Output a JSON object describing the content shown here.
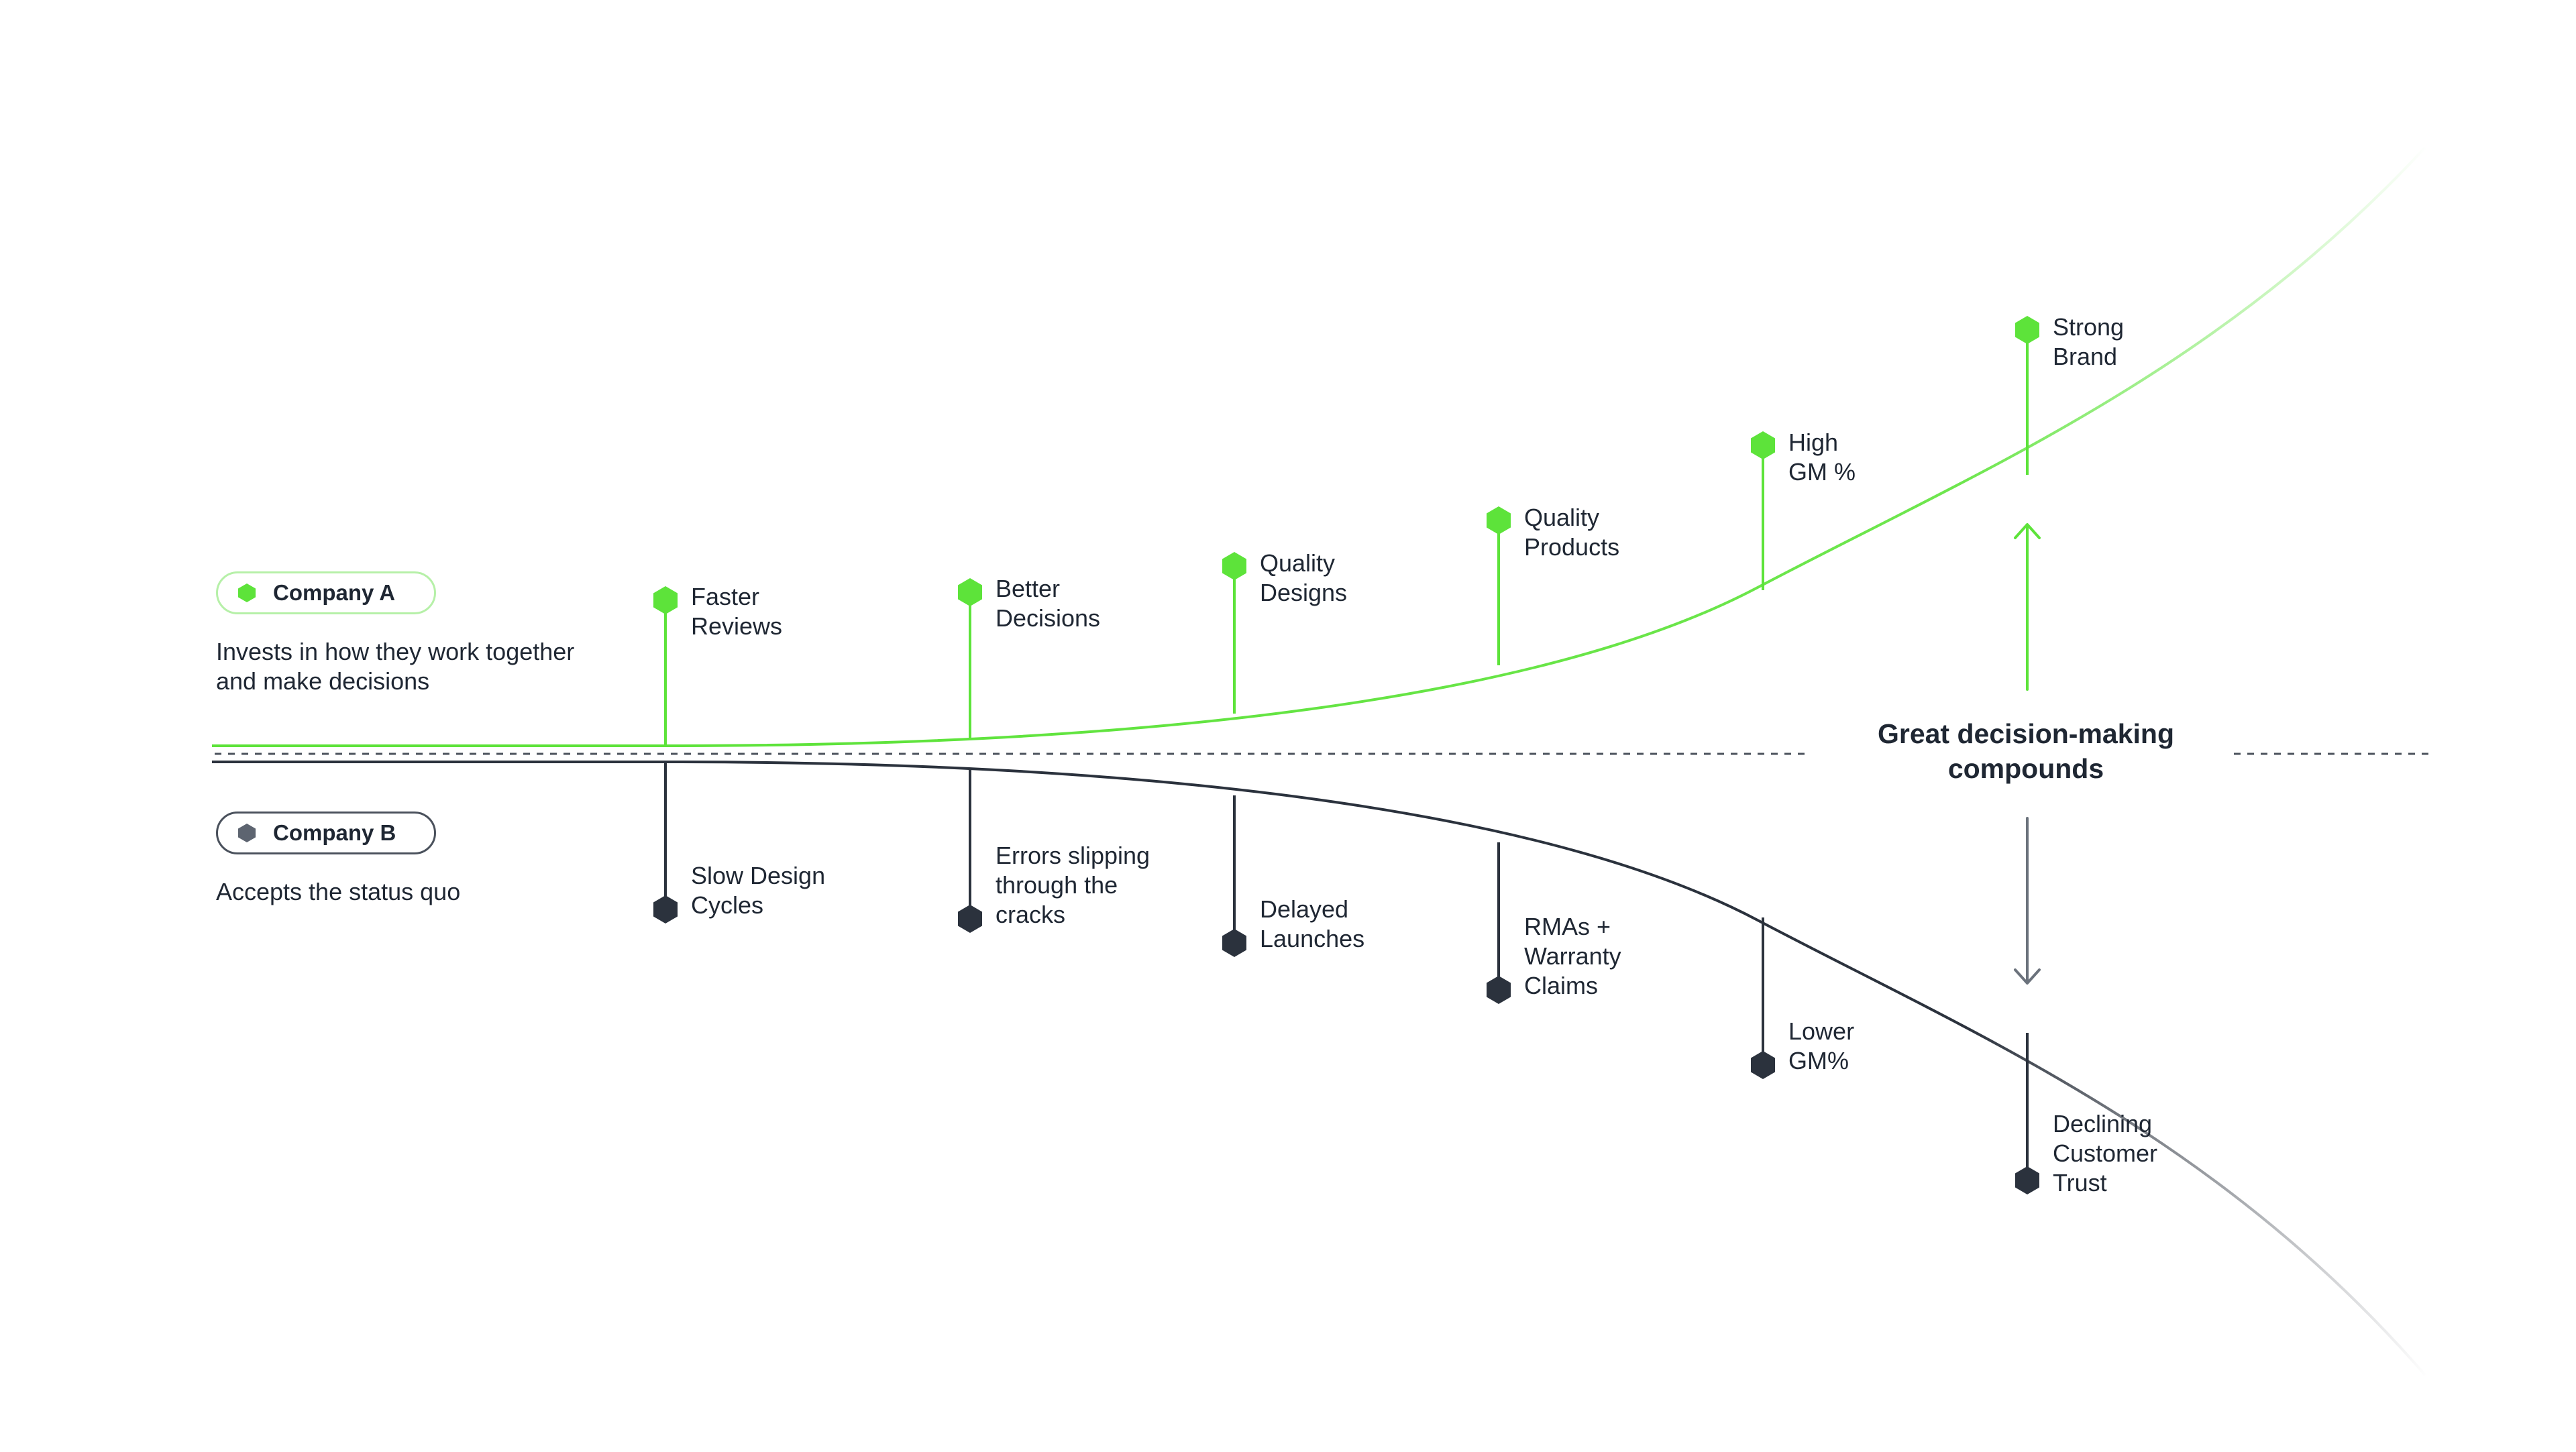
{
  "legend": {
    "company_a": {
      "label": "Company A",
      "description": "Invests in how they work together and make decisions"
    },
    "company_b": {
      "label": "Company B",
      "description": "Accepts the status quo"
    }
  },
  "center_label": "Great decision-making compounds",
  "milestones_a": [
    {
      "label": "Faster\nReviews"
    },
    {
      "label": "Better\nDecisions"
    },
    {
      "label": "Quality\nDesigns"
    },
    {
      "label": "Quality\nProducts"
    },
    {
      "label": "High\nGM %"
    },
    {
      "label": "Strong\nBrand"
    }
  ],
  "milestones_b": [
    {
      "label": "Slow Design\nCycles"
    },
    {
      "label": "Errors slipping\nthrough the\ncracks"
    },
    {
      "label": "Delayed\nLaunches"
    },
    {
      "label": "RMAs +\nWarranty\nClaims"
    },
    {
      "label": "Lower\nGM%"
    },
    {
      "label": "Declining\nCustomer\nTrust"
    }
  ],
  "colors": {
    "green": "#5de33a",
    "dark": "#2b323d",
    "gray": "#6b727c",
    "pill_a_border": "#b6f0a8",
    "pill_b_border": "#4a515c"
  },
  "icons": {
    "milestone_a": "green-hexagon-icon",
    "milestone_b": "dark-hexagon-icon",
    "arrow_up": "arrow-up-icon",
    "arrow_down": "arrow-down-icon"
  }
}
